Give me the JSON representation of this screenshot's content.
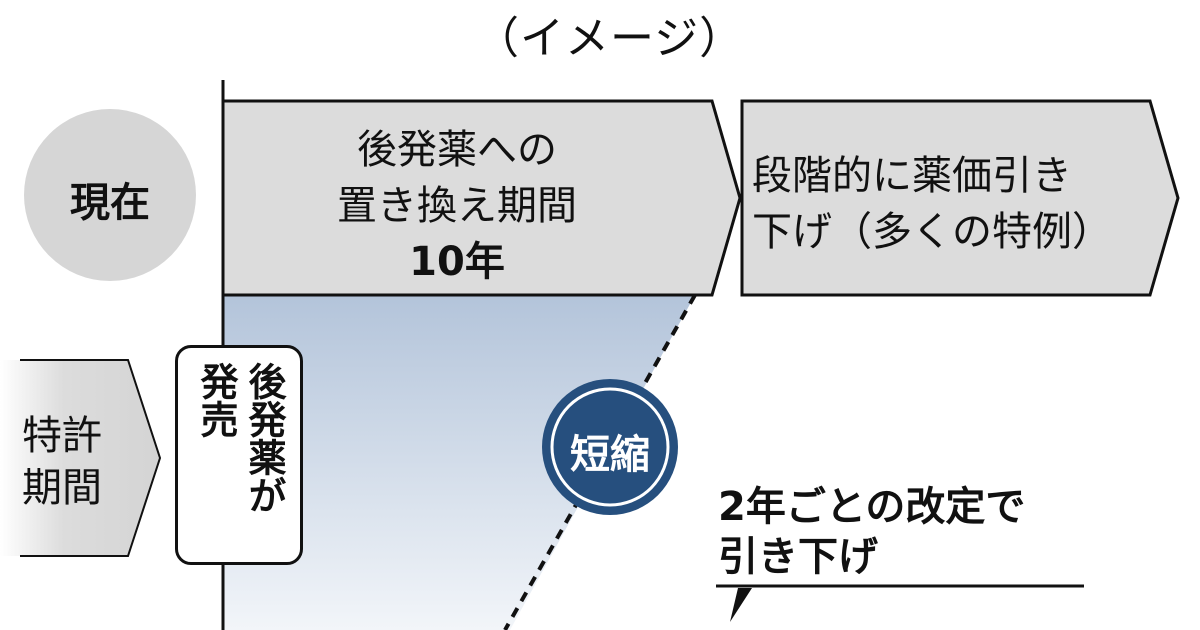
{
  "subtitle": "（イメージ）",
  "current_row": {
    "label": "現在",
    "replacement_box": {
      "line1": "後発薬への",
      "line2": "置き換え期間",
      "duration": "10年"
    },
    "next_box": {
      "line1": "段階的に薬価引き",
      "line2": "下げ（多くの特例）"
    }
  },
  "patent_box": {
    "line1": "特許",
    "line2": "期間"
  },
  "launch_box": {
    "col1": "後発薬が",
    "col2": "発売"
  },
  "shortened_badge": "短縮",
  "note": {
    "line1": "2年ごとの改定で",
    "line2": "引き下げ"
  },
  "colors": {
    "badge": "#264f7e",
    "gray": "#d9d9d9",
    "blue_fill": "#b9c9dd"
  }
}
